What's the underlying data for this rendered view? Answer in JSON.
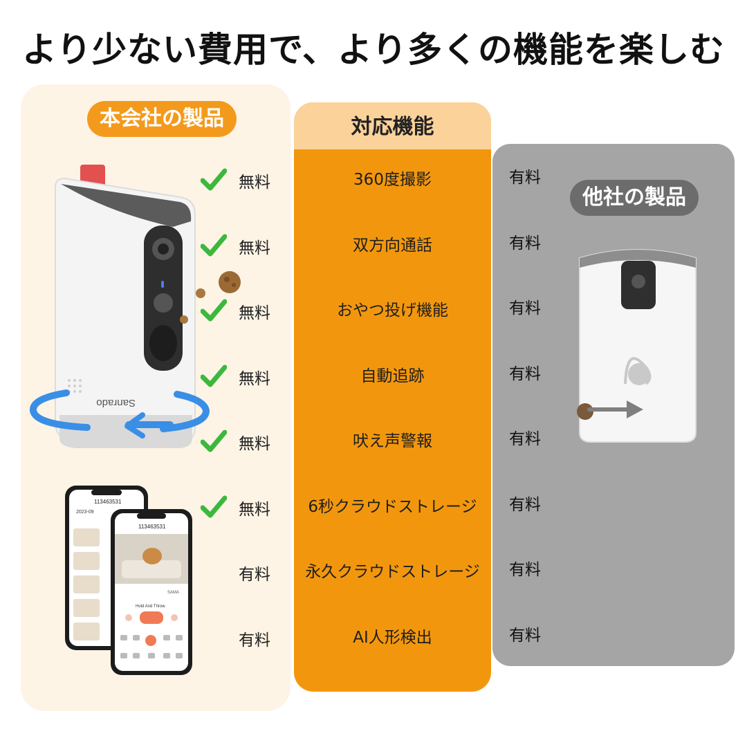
{
  "headline": "より少ない費用で、より多くの機能を楽しむ",
  "ours": {
    "badge": "本会社の製品",
    "brand": "Sanrado"
  },
  "features": {
    "header": "対応機能",
    "rows": [
      {
        "label": "360度撮影",
        "ours": "無料",
        "ours_check": true,
        "others": "有料"
      },
      {
        "label": "双方向通話",
        "ours": "無料",
        "ours_check": true,
        "others": "有料"
      },
      {
        "label": "おやつ投げ機能",
        "ours": "無料",
        "ours_check": true,
        "others": "有料"
      },
      {
        "label": "自動追跡",
        "ours": "無料",
        "ours_check": true,
        "others": "有料"
      },
      {
        "label": "吠え声警報",
        "ours": "無料",
        "ours_check": true,
        "others": "有料"
      },
      {
        "label": "6秒クラウドストレージ",
        "ours": "無料",
        "ours_check": true,
        "others": "有料"
      },
      {
        "label": "永久クラウドストレージ",
        "ours": "有料",
        "ours_check": false,
        "others": "有料"
      },
      {
        "label": "AI人形検出",
        "ours": "有料",
        "ours_check": false,
        "others": "有料"
      }
    ]
  },
  "others": {
    "badge": "他社の製品"
  },
  "phone_back": {
    "device_id": "113463531",
    "date": "2023-09"
  },
  "phone_front": {
    "device_id": "113463531",
    "mode_label": "Hold And Throw",
    "wifi_label": "SAMA"
  },
  "colors": {
    "orange": "#f2970d",
    "light_orange": "#fbd29a",
    "cream": "#fdf4e6",
    "gray": "#a5a5a5",
    "check_green": "#3cb83c"
  },
  "icons": [
    "check-icon",
    "rotation-arrow-icon",
    "treat-arrow-icon"
  ]
}
